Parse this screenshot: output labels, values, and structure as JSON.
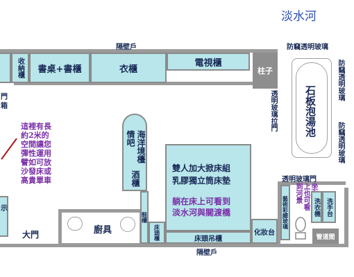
{
  "title": "淡水河",
  "labels": {
    "partition_top": "隔壁戶",
    "partition_bottom": "隔壁戶",
    "anti_theft_top": "防竊透明玻璃",
    "anti_theft_right_1": "防竊透明玻璃",
    "anti_theft_right_2": "防竊透明玻璃",
    "glass_door_vertical": "透明玻璃拉門",
    "glass_door_horizontal": "透明玻璃門",
    "pillar": "柱子",
    "main_door": "大門",
    "stone_bathtub": "石板泡湯池",
    "storage_cabinet": "收納櫃",
    "desk_bookshelf": "書桌+書櫃",
    "wardrobe": "衣櫃",
    "tv_cabinet": "電視櫃",
    "ocean_bar": "海洋境檯",
    "love_bar": "情吧",
    "wine_cabinet": "酒櫃",
    "shoe_cabinet": "鞋櫃",
    "kitchen": "廚具",
    "bedside_cabinet": "床頭櫃",
    "bed_hanging": "床頭吊櫃",
    "bed_line1": "雙人加大掀床組",
    "bed_line2": "乳膠獨立筒床墊",
    "bed_note1": "躺在床上可看到",
    "bed_note2": "淡水河與關渡橋",
    "vanity": "化妝台",
    "art_glass": "藝術彩繪玻璃",
    "toilet_note": "坐在馬桶上也可看到河景",
    "washing_machine": "洗衣機",
    "hand_basin": "洗手台",
    "pipe_room": "管道間",
    "left_partial_1": "示",
    "left_partial_2": "門",
    "left_partial_3": "箱",
    "side_note": [
      "這裡有長",
      "約2米的",
      "空間讓您",
      "彈性運用",
      "譬如可放",
      "沙發床或",
      "高貴單車"
    ]
  },
  "colors": {
    "furniture_fill": "#b8e6ea",
    "wall": "#9a9a9a",
    "text": "#1a2b57",
    "note_text": "#7a2fa8",
    "title": "#2a4bb0",
    "arrow": "#b01818"
  }
}
